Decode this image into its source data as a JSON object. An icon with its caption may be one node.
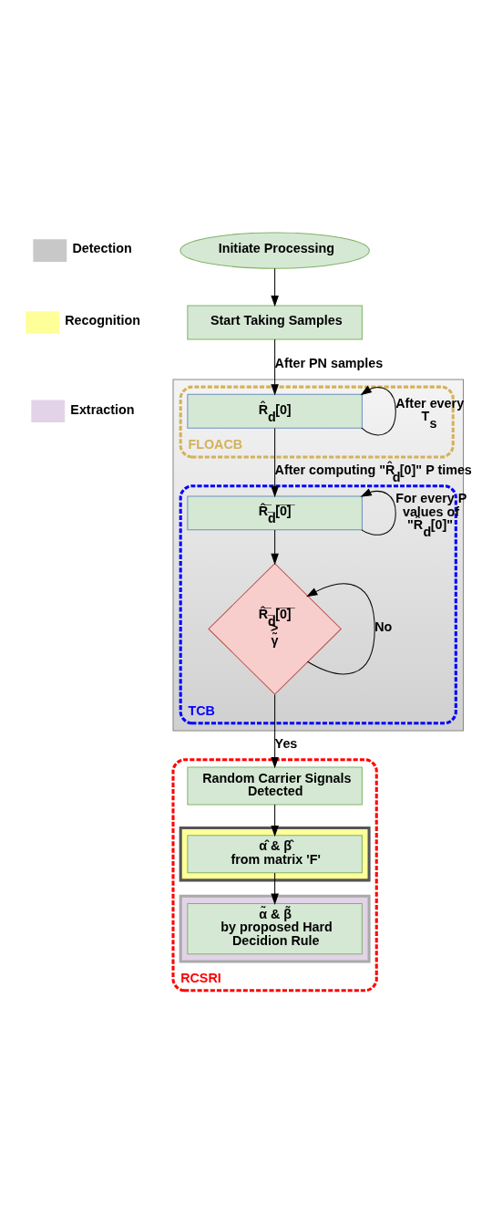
{
  "diagram": {
    "nodes": [
      {
        "text": [
          "Initiate Processing"
        ]
      },
      {
        "text": [
          "Start Taking Samples"
        ]
      },
      {
        "text": [],
        "shape": "box"
      },
      {
        "text": [
          "FLOACB"
        ],
        "in": 2
      },
      {
        "text": [
          "R̂$_{d}$[0]"
        ],
        "in": 3
      },
      {
        "text": [
          "TCB"
        ],
        "in": 2
      },
      {
        "text": [
          "R̂̅$_{d̅}$[̅0̅]̅"
        ],
        "in": 5
      },
      {
        "text": [
          "R̂̅$_{d̅}$[̅0̅]̅",
          ">",
          "γ̃"
        ],
        "in": 5
      },
      {
        "text": [
          "RCSRI"
        ]
      },
      {
        "text": [
          "Random Carrier Signals Detected"
        ],
        "in": 8
      },
      {
        "text": [],
        "shape": "box",
        "in": 8
      },
      {
        "text": [
          "α̂ & β̂",
          "from matrix 'F'"
        ],
        "in": 10
      },
      {
        "text": [],
        "shape": "box",
        "in": 8
      },
      {
        "text": [
          "α̃ & β̃",
          "by proposed Hard Decidion Rule"
        ],
        "in": 12
      }
    ],
    "edges": [
      {
        "from": 0,
        "to": 1,
        "arrow": "to"
      },
      {
        "from": 1,
        "to": 4,
        "arrow": "to",
        "label": "After PN samples"
      },
      {
        "from": 4,
        "to": 4,
        "arrow": "to",
        "label": "After every T$_{s}$"
      },
      {
        "from": 4,
        "to": 6,
        "arrow": "to",
        "label": "After computing \"R̂$_{d}$[0]\" P times"
      },
      {
        "from": 6,
        "to": 6,
        "arrow": "to",
        "label": "For every P values of \"R̂$_{d}$[0]\""
      },
      {
        "from": 6,
        "to": 7,
        "arrow": "to"
      },
      {
        "from": 7,
        "to": 7,
        "arrow": "to",
        "label": "No"
      },
      {
        "from": 7,
        "to": 9,
        "arrow": "to",
        "label": "Yes"
      },
      {
        "from": 9,
        "to": 11,
        "arrow": "to"
      },
      {
        "from": 11,
        "to": 13,
        "arrow": "to"
      }
    ],
    "legend": [
      {
        "text": "Detection",
        "color": "#c8c8c8"
      },
      {
        "text": "Recognition",
        "color": "#ffff99"
      },
      {
        "text": "Extraction",
        "color": "#e2d3e8"
      }
    ]
  }
}
